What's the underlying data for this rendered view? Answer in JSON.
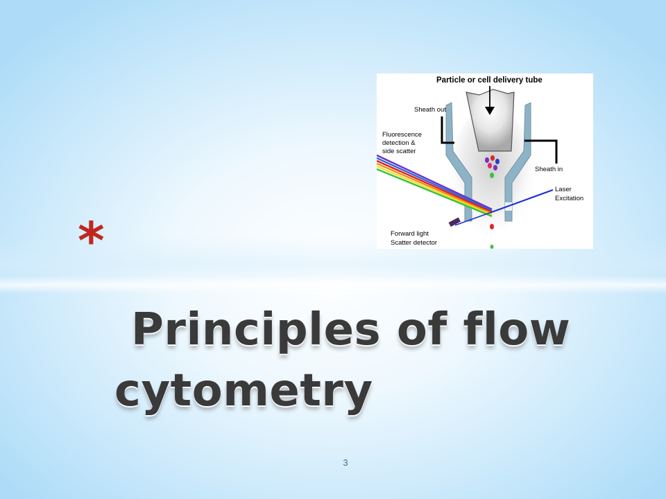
{
  "slide": {
    "bullet": "*",
    "title_line1": "Principles of flow",
    "title_line2": "cytometry",
    "page_number": "3"
  },
  "diagram": {
    "labels": {
      "delivery_tube": "Particle or cell delivery tube",
      "sheath_out": "Sheath out",
      "fluorescence_line1": "Fluorescence",
      "fluorescence_line2": "detection &",
      "fluorescence_line3": "side scatter",
      "sheath_in": "Sheath in",
      "laser_line1": "Laser",
      "laser_line2": "Excitation",
      "forward_line1": "Forward light",
      "forward_line2": "Scatter detector"
    }
  },
  "colors": {
    "bullet": "#c0281f",
    "title": "#3a3a3a",
    "laser": "#1f2ed6",
    "nozzle": "#8fb3c6"
  }
}
